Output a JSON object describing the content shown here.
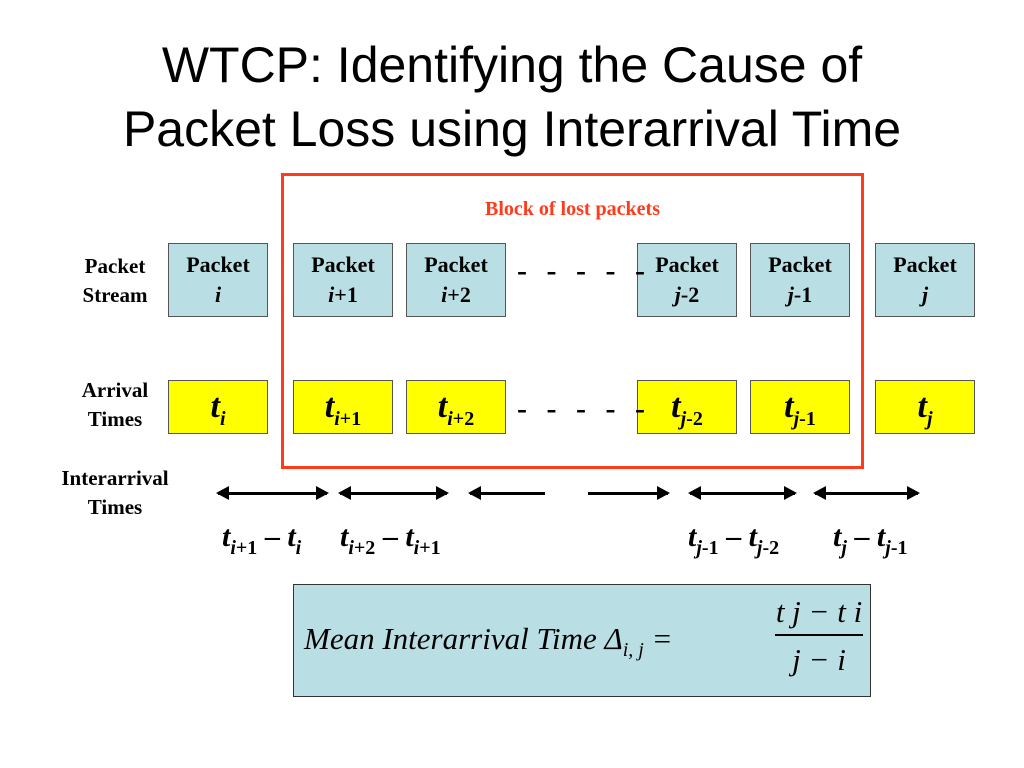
{
  "title": {
    "line1": "WTCP: Identifying the Cause of",
    "line2": "Packet Loss using Interarrival Time"
  },
  "block_label": "Block of lost packets",
  "row_labels": {
    "packet_stream": [
      "Packet",
      "Stream"
    ],
    "arrival_times": [
      "Arrival",
      "Times"
    ],
    "interarrival_times": [
      "Interarrival",
      "Times"
    ]
  },
  "packets": [
    {
      "label": "Packet",
      "var": "i",
      "rest": ""
    },
    {
      "label": "Packet",
      "var": "i",
      "rest": "+1"
    },
    {
      "label": "Packet",
      "var": "i",
      "rest": "+2"
    },
    {
      "label": "Packet",
      "var": "j",
      "rest": "-2"
    },
    {
      "label": "Packet",
      "var": "j",
      "rest": "-1"
    },
    {
      "label": "Packet",
      "var": "j",
      "rest": ""
    }
  ],
  "arrivals": [
    {
      "base": "t",
      "var": "i",
      "rest": ""
    },
    {
      "base": "t",
      "var": "i",
      "rest": "+1"
    },
    {
      "base": "t",
      "var": "i",
      "rest": "+2"
    },
    {
      "base": "t",
      "var": "j",
      "rest": "-2"
    },
    {
      "base": "t",
      "var": "j",
      "rest": "-1"
    },
    {
      "base": "t",
      "var": "j",
      "rest": ""
    }
  ],
  "ellipsis": "- - - - -",
  "interarrival_labels": [
    {
      "a_var": "i",
      "a_rest": "+1",
      "op": " – ",
      "b_var": "i",
      "b_rest": ""
    },
    {
      "a_var": "i",
      "a_rest": "+2",
      "op": " – ",
      "b_var": "i",
      "b_rest": "+1"
    },
    {
      "a_var": "j",
      "a_rest": "-1",
      "op": " – ",
      "b_var": "j",
      "b_rest": "-2"
    },
    {
      "a_var": "j",
      "a_rest": "",
      "op": " – ",
      "b_var": "j",
      "b_rest": "-1"
    }
  ],
  "formula": {
    "text": "Mean Interarrival Time Δ",
    "sub": "i, j",
    "eq": " =",
    "numerator": "t j − t i",
    "denominator": "j − i"
  },
  "colors": {
    "packet_fill": "#b9dfe4",
    "arrival_fill": "#ffff00",
    "frame": "#ff3b1a"
  }
}
